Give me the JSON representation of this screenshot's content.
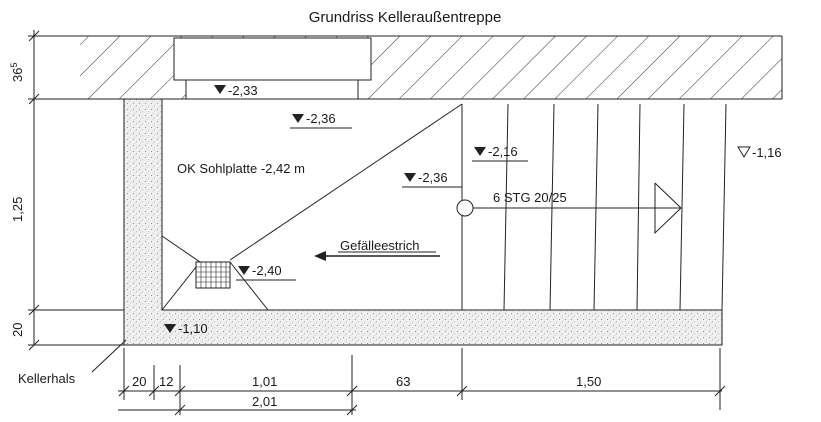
{
  "title": "Grundriss Kelleraußentreppe",
  "colors": {
    "ink": "#1a1a1a",
    "speckle": "#d9d9d9",
    "background": "#ffffff"
  },
  "icons": {
    "level_filled": "filled-triangle-level-marker",
    "level_open": "open-triangle-level-marker",
    "drain": "floor-drain-grid"
  },
  "levels": {
    "l_233": "-2,33",
    "l_236_top": "-2,36",
    "l_216": "-2,16",
    "l_116_right": "-1,16",
    "l_236_mid": "-2,36",
    "l_240": "-2,40",
    "l_110": "-1,10"
  },
  "labels": {
    "sohlplatte": "OK Sohlplatte -2,42 m",
    "stairs": "6 STG 20/25",
    "gefaelleestrich": "Gefälleestrich",
    "kellerhals": "Kellerhals"
  },
  "dimensions": {
    "wall_thickness": "36",
    "wall_thickness_sup": "5",
    "depth_main": "1,25",
    "depth_bottom": "20",
    "seg_20": "20",
    "seg_12": "12",
    "seg_101": "1,01",
    "seg_63": "63",
    "seg_150": "1,50",
    "total_201": "2,01"
  }
}
